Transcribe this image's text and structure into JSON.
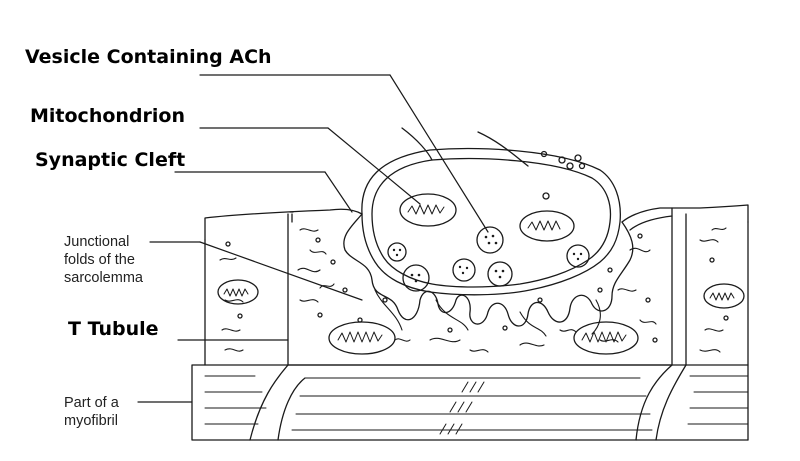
{
  "labels": {
    "vesicle": "Vesicle Containing ACh",
    "mitochondrion": "Mitochondrion",
    "synaptic_cleft": "Synaptic Cleft",
    "junctional_folds": [
      "Junctional",
      "folds of the",
      "sarcolemma"
    ],
    "t_tubule": "T Tubule",
    "myofibril": [
      "Part of a",
      "myofibril"
    ]
  },
  "colors": {
    "line": "#1a1a1a",
    "text": "#000000",
    "background": "#ffffff"
  }
}
